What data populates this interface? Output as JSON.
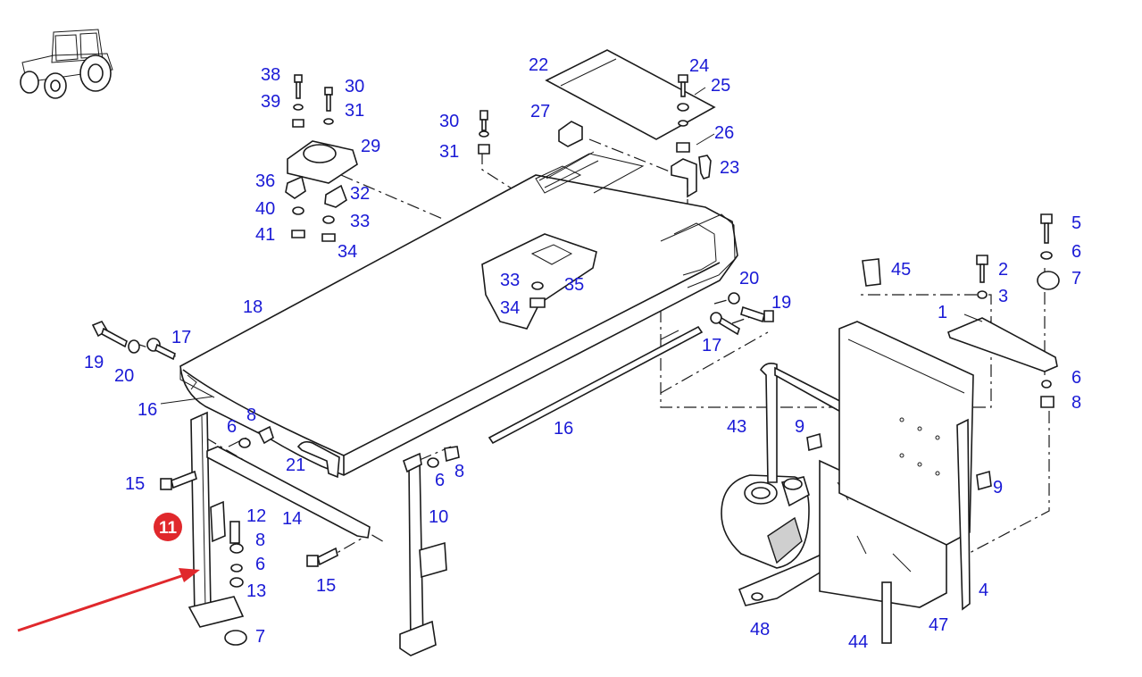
{
  "diagram": {
    "callouts": [
      "1",
      "2",
      "3",
      "4",
      "5",
      "6",
      "7",
      "8",
      "9",
      "12",
      "13",
      "14",
      "15",
      "16",
      "17",
      "18",
      "19",
      "20",
      "21",
      "22",
      "23",
      "24",
      "25",
      "26",
      "27",
      "29",
      "30",
      "31",
      "32",
      "33",
      "34",
      "35",
      "36",
      "38",
      "39",
      "40",
      "41",
      "43",
      "44",
      "45",
      "47",
      "48"
    ],
    "labels": {
      "p38": "38",
      "p39": "39",
      "p30a": "30",
      "p31a": "31",
      "p29": "29",
      "p36": "36",
      "p32": "32",
      "p40": "40",
      "p33a": "33",
      "p41": "41",
      "p34a": "34",
      "p22": "22",
      "p24": "24",
      "p25": "25",
      "p27": "27",
      "p26": "26",
      "p23": "23",
      "p30b": "30",
      "p31b": "31",
      "p18": "18",
      "p33b": "33",
      "p35": "35",
      "p34b": "34",
      "p20a": "20",
      "p19a": "19",
      "p17a": "17",
      "p19b": "19",
      "p17b": "17",
      "p20b": "20",
      "p16a": "16",
      "p6a": "6",
      "p8a": "8",
      "p21": "21",
      "p15a": "15",
      "p14": "14",
      "p12": "12",
      "p8b": "8",
      "p6b": "6",
      "p13": "13",
      "p7a": "7",
      "p15b": "15",
      "p6c": "6",
      "p8c": "8",
      "p10": "10",
      "p16b": "16",
      "p5": "5",
      "p6d": "6",
      "p7b": "7",
      "p2": "2",
      "p3": "3",
      "p1": "1",
      "p45": "45",
      "p6e": "6",
      "p8d": "8",
      "p43": "43",
      "p9a": "9",
      "p9b": "9",
      "p4": "4",
      "p48": "48",
      "p44": "44",
      "p47": "47"
    },
    "highlight": {
      "number": "11",
      "color": "#e0282c"
    },
    "arrow_color": "#e0282c",
    "label_color": "#1a1ad6",
    "icon": "tractor-icon"
  }
}
